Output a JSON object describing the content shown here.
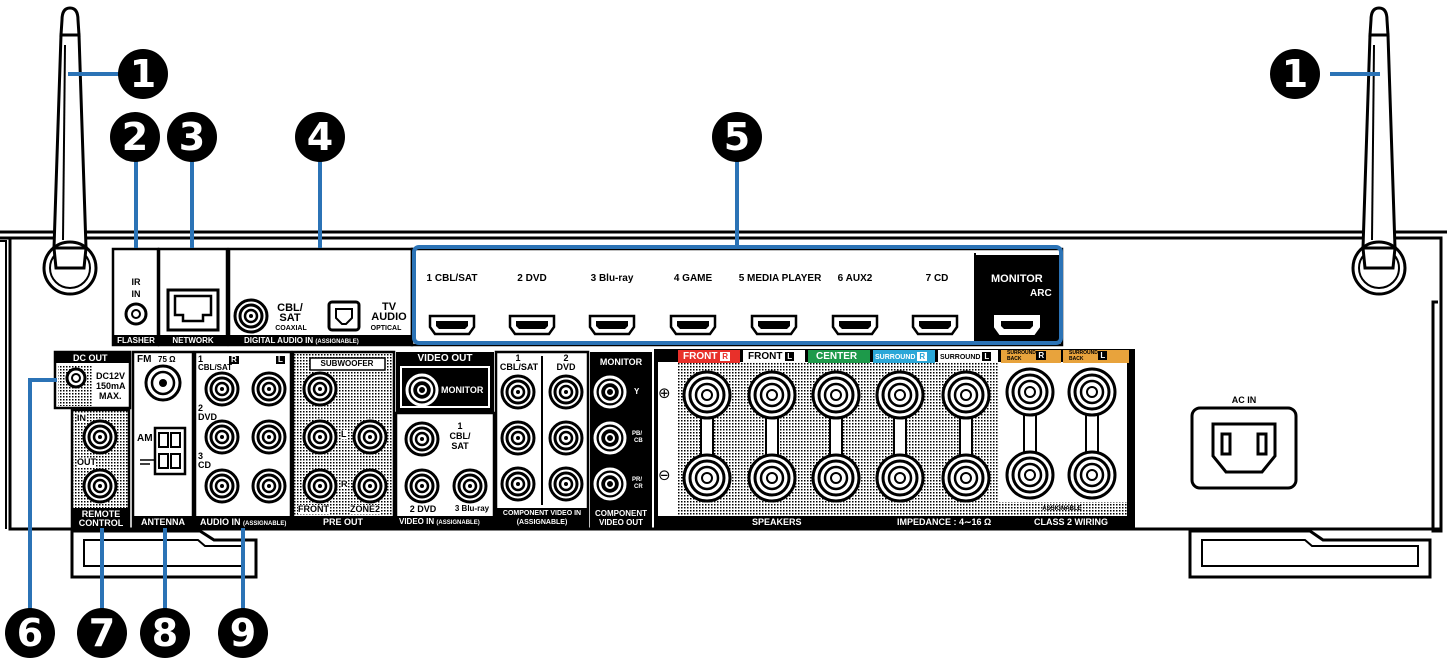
{
  "callouts": [
    "1",
    "2",
    "3",
    "4",
    "5",
    "6",
    "7",
    "8",
    "9"
  ],
  "panel_labels": {
    "flasher": "FLASHER",
    "network": "NETWORK",
    "digital_audio_in": "DIGITAL AUDIO IN",
    "assignable": "(ASSIGNABLE)",
    "ir": "IR",
    "in": "IN",
    "coaxial_name": "CBL/",
    "coaxial_name2": "SAT",
    "coaxial": "COAXIAL",
    "tv": "TV",
    "audio": "AUDIO",
    "optical": "OPTICAL"
  },
  "hdmi_inputs": [
    "1 CBL/SAT",
    "2 DVD",
    "3 Blu-ray",
    "4 GAME",
    "5 MEDIA PLAYER",
    "6 AUX2",
    "7 CD"
  ],
  "hdmi_monitor": {
    "label": "MONITOR",
    "arc": "ARC"
  },
  "dc_out": {
    "title": "DC OUT",
    "line1": "DC12V",
    "line2": "150mA",
    "line3": "MAX."
  },
  "remote": {
    "in": "IN",
    "out": "OUT",
    "title1": "REMOTE",
    "title2": "CONTROL"
  },
  "antenna": {
    "fm": "FM",
    "ohm": "75 Ω",
    "am": "AM",
    "title": "ANTENNA"
  },
  "audio_in": {
    "r": "R",
    "l": "L",
    "row1_num": "1",
    "row1": "CBL/SAT",
    "row2_num": "2",
    "row2": "DVD",
    "row3_num": "3",
    "row3": "CD",
    "title": "AUDIO IN",
    "assignable": "(ASSIGNABLE)"
  },
  "pre_out": {
    "subwoofer": "SUBWOOFER",
    "front": "FRONT",
    "zone2": "ZONE2",
    "l": "L",
    "r": "R",
    "title": "PRE OUT"
  },
  "video_out": {
    "title": "VIDEO OUT",
    "monitor": "MONITOR"
  },
  "video_in": {
    "n1": "1",
    "cbl": "CBL/",
    "sat": "SAT",
    "dvd": "2 DVD",
    "bluray": "3 Blu-ray",
    "title": "VIDEO IN",
    "assignable": "(ASSIGNABLE)"
  },
  "component_in": {
    "n1": "1",
    "cblsat": "CBL/SAT",
    "n2": "2",
    "dvd": "DVD",
    "title": "COMPONENT VIDEO IN",
    "assignable": "(ASSIGNABLE)"
  },
  "component_out": {
    "monitor": "MONITOR",
    "y": "Y",
    "pb": "PB/",
    "cb": "CB",
    "pr": "PR/",
    "cr": "CR",
    "title1": "COMPONENT",
    "title2": "VIDEO OUT"
  },
  "speakers": {
    "channels": [
      {
        "label": "FRONT",
        "side": "R",
        "color": "#e8302a"
      },
      {
        "label": "FRONT",
        "side": "L",
        "color": "#000000"
      },
      {
        "label": "CENTER",
        "side": "",
        "color": "#1d9a4a"
      },
      {
        "label": "SURROUND",
        "side": "R",
        "color": "#2aa7d8"
      },
      {
        "label": "SURROUND",
        "side": "L",
        "color": "#000000"
      },
      {
        "label": "SURROUND BACK",
        "side": "R",
        "color": "#e8a33c"
      },
      {
        "label": "SURROUND BACK",
        "side": "L",
        "color": "#e8a33c"
      }
    ],
    "plus": "⊕",
    "minus": "⊖",
    "assignable": "ASSIGNABLE",
    "title": "SPEAKERS",
    "impedance": "IMPEDANCE : 4∼16 Ω",
    "class2": "CLASS 2 WIRING"
  },
  "ac_in": "AC IN",
  "colors": {
    "callout_line": "#2b73b6",
    "chassis": "#000000"
  }
}
